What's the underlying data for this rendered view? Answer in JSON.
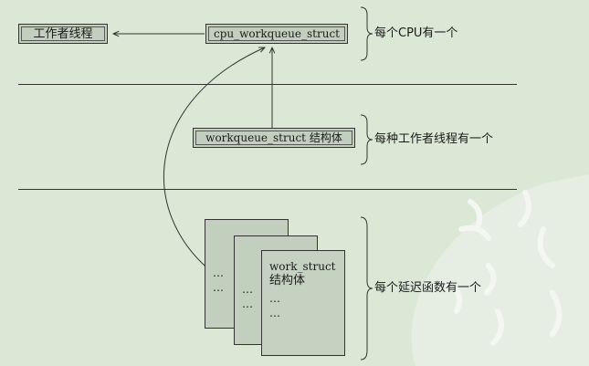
{
  "diagram": {
    "nodes": {
      "worker_thread": "工作者线程",
      "cpu_workqueue_struct": "cpu_workqueue_struct",
      "workqueue_struct": "workqueue_struct 结构体",
      "work_struct_line1": "work_struct",
      "work_struct_line2": "结构体"
    },
    "notes": {
      "per_cpu": "每个CPU有一个",
      "per_worker_type": "每种工作者线程有一个",
      "per_deferred_func": "每个延迟函数有一个"
    },
    "ellipsis": "…"
  },
  "colors": {
    "background": "#dbe8d6",
    "box_fill": "#c3cfbe",
    "line": "#333333"
  }
}
